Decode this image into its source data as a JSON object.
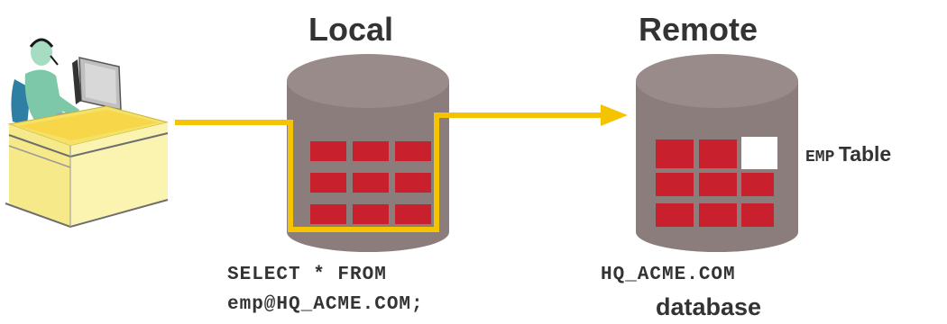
{
  "diagram": {
    "local_title": "Local",
    "remote_title": "Remote",
    "query_line1": "SELECT * FROM",
    "query_line2": "emp@HQ_ACME.COM;",
    "db_name": "HQ_ACME.COM",
    "db_word": "database",
    "emp_table_mono": "EMP",
    "emp_table_word": "Table"
  },
  "colors": {
    "cylinder": "#8c7d7d",
    "cylinder_top": "#9a8b8b",
    "table_cell": "#c8202c",
    "highlight_cell": "#ffffff",
    "path": "#f5c400",
    "desk": "#f3e267",
    "text": "#333333"
  },
  "icons": {
    "user": "user-at-desk-icon"
  }
}
